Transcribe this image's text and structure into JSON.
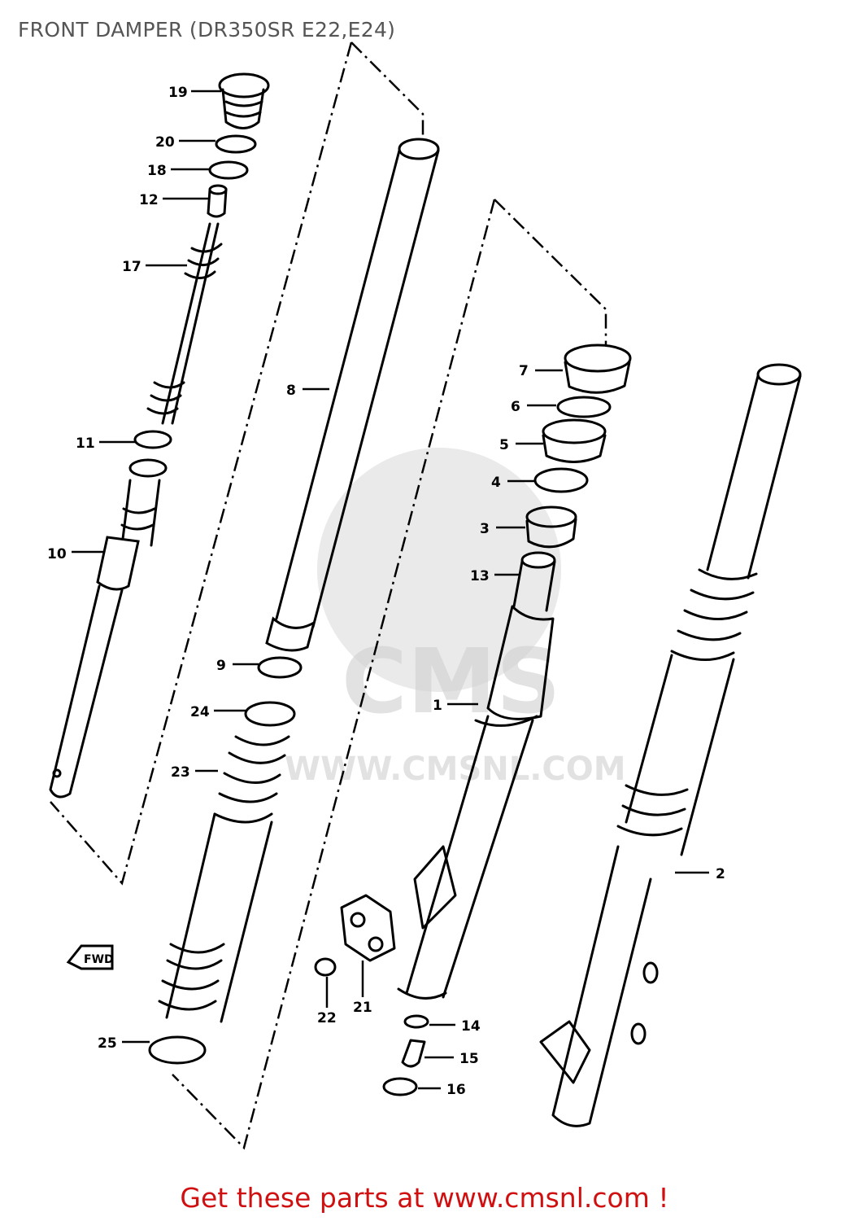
{
  "title": "FRONT DAMPER (DR350SR E22,E24)",
  "footer": {
    "text": "Get these parts at www.cmsnl.com !",
    "link_color": "#d01010"
  },
  "watermark": {
    "brand": "CMS",
    "url": "WWW.CMSNL.COM"
  },
  "direction_badge": "FWD",
  "callouts": [
    "1",
    "2",
    "3",
    "4",
    "5",
    "6",
    "7",
    "8",
    "9",
    "10",
    "11",
    "12",
    "13",
    "14",
    "15",
    "16",
    "17",
    "18",
    "19",
    "20",
    "21",
    "22",
    "23",
    "24",
    "25"
  ]
}
